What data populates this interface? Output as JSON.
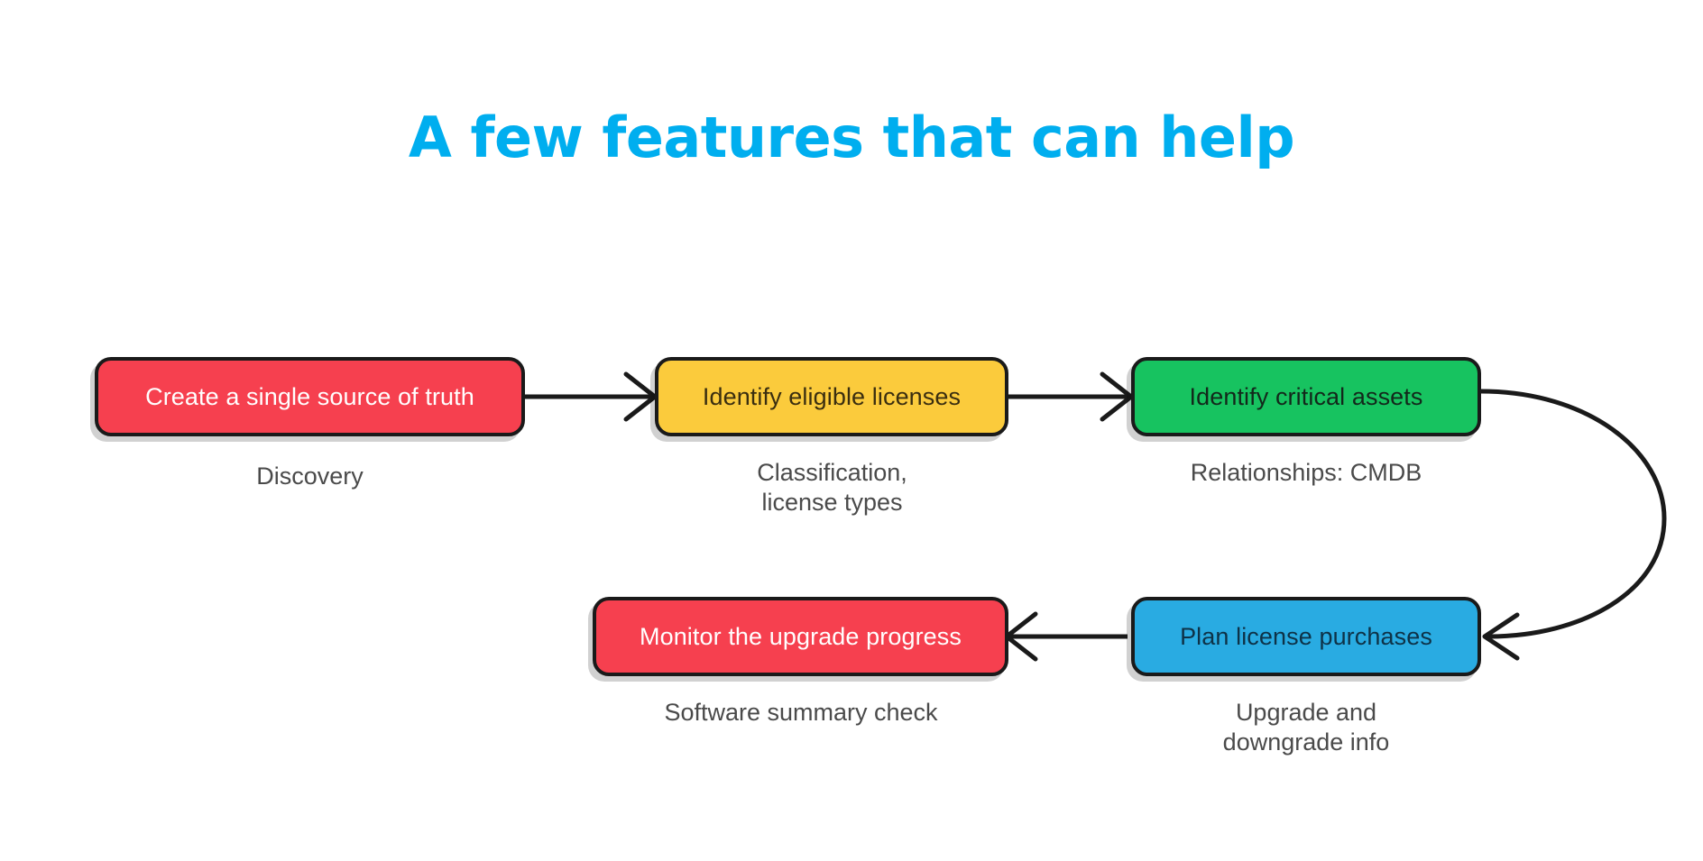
{
  "slide": {
    "title": "A few features that can help",
    "background_color": "#FFFFFF",
    "title_color": "#00AEEF"
  },
  "palette": {
    "red": "#F6404F",
    "yellow": "#FBCB3C",
    "green": "#17C360",
    "blue": "#29ABE2",
    "outline": "#1A1A1A",
    "caption_text": "#4A4A4A",
    "light_text": "#FFFFFF"
  },
  "flow": {
    "nodes": [
      {
        "id": "create-single-source-of-truth",
        "label": "Create a single source of truth",
        "caption": "Discovery",
        "color": "red",
        "step": 1
      },
      {
        "id": "identify-eligible-licenses",
        "label": "Identify eligible licenses",
        "caption": "Classification,\nlicense types",
        "color": "yellow",
        "step": 2
      },
      {
        "id": "identify-critical-assets",
        "label": "Identify critical assets",
        "caption": "Relationships: CMDB",
        "color": "green",
        "step": 3
      },
      {
        "id": "plan-license-purchases",
        "label": "Plan license purchases",
        "caption": "Upgrade and\ndowngrade info",
        "color": "blue",
        "step": 4
      },
      {
        "id": "monitor-the-upgrade-progress",
        "label": "Monitor the upgrade progress",
        "caption": "Software summary check",
        "color": "red",
        "step": 5
      }
    ],
    "connectors": [
      {
        "from": "create-single-source-of-truth",
        "to": "identify-eligible-licenses",
        "shape": "straight",
        "direction": "right"
      },
      {
        "from": "identify-eligible-licenses",
        "to": "identify-critical-assets",
        "shape": "straight",
        "direction": "right"
      },
      {
        "from": "identify-critical-assets",
        "to": "plan-license-purchases",
        "shape": "curved",
        "direction": "down"
      },
      {
        "from": "plan-license-purchases",
        "to": "monitor-the-upgrade-progress",
        "shape": "straight",
        "direction": "left"
      }
    ]
  }
}
